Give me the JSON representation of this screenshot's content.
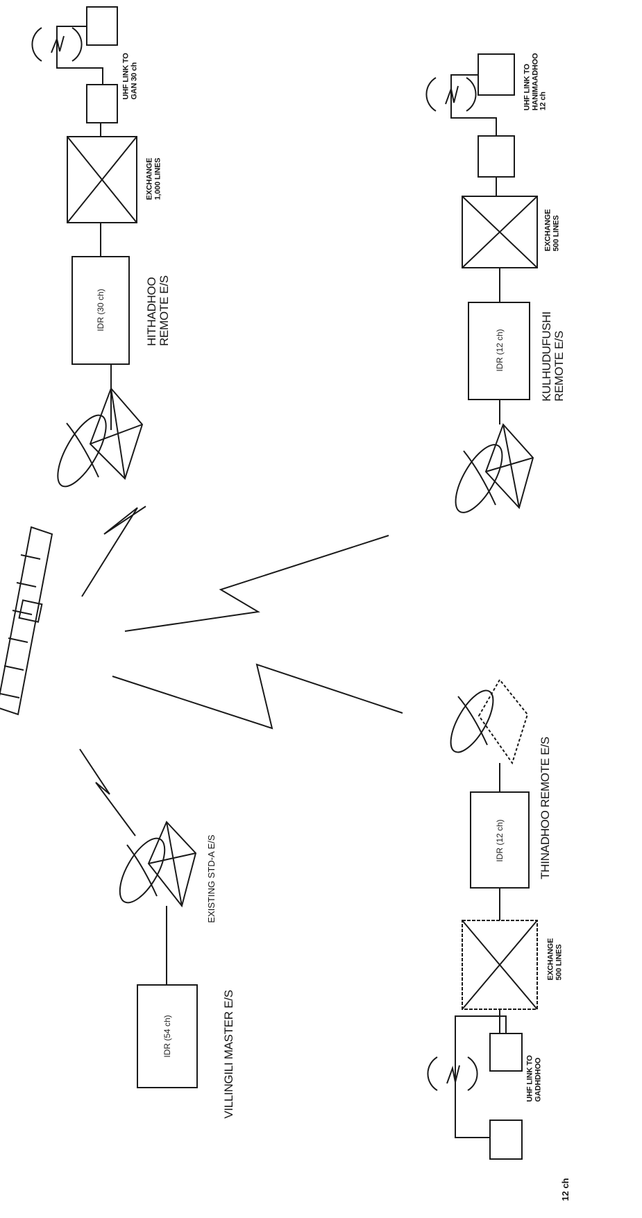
{
  "diagram": {
    "hithadhoo": {
      "idr": "IDR (30 ch)",
      "exchange": [
        "EXCHANGE",
        "1,000 LINES"
      ],
      "uhf": [
        "UHF LINK TO",
        "GAN   30 ch"
      ],
      "station": [
        "HITHADHOO",
        "REMOTE E/S"
      ]
    },
    "kulhudufushi": {
      "idr": "IDR (12 ch)",
      "exchange": [
        "EXCHANGE",
        "500 LINES"
      ],
      "uhf": [
        "UHF LINK TO",
        "HANIMAADHOO",
        "12 ch"
      ],
      "station": [
        "KULHUDUFUSHI",
        "REMOTE E/S"
      ]
    },
    "thinadhoo": {
      "idr": "IDR (12 ch)",
      "station": "THINADHOO REMOTE E/S",
      "exchange": [
        "EXCHANGE",
        "500 LINES"
      ],
      "uhf": [
        "UHF LINK TO",
        "GADHDHOO"
      ],
      "uhf_channels": "12 ch"
    },
    "villingili": {
      "idr": "IDR (54 ch)",
      "existing": "EXISTING STD-A E/S",
      "station": "VILLINGILI MASTER E/S"
    }
  }
}
